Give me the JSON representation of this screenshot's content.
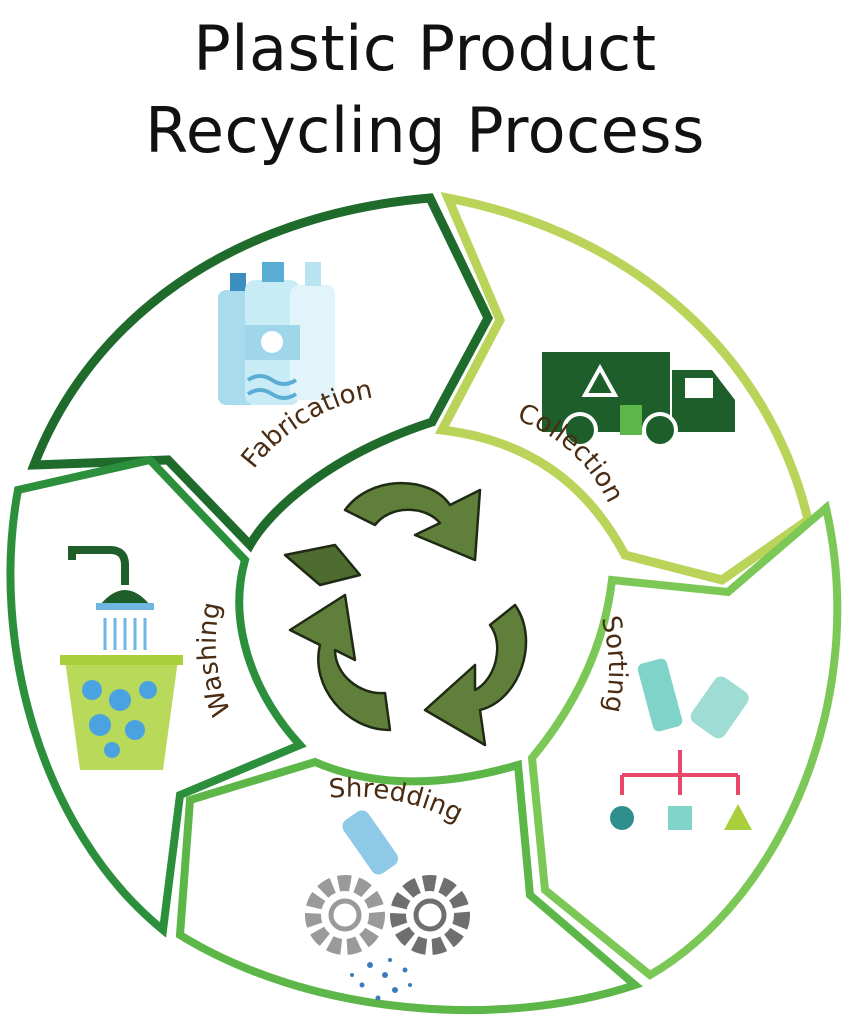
{
  "title": {
    "line1": "Plastic Product",
    "line2": "Recycling Process"
  },
  "steps": [
    {
      "label": "Collection",
      "icon": "recycling-truck-icon",
      "color": "#bad45a"
    },
    {
      "label": "Sorting",
      "icon": "sorting-bottles-icon",
      "color": "#7cc857"
    },
    {
      "label": "Shredding",
      "icon": "shredder-gears-icon",
      "color": "#5cb648"
    },
    {
      "label": "Washing",
      "icon": "shower-bucket-icon",
      "color": "#2c8f3c"
    },
    {
      "label": "Fabrication",
      "icon": "plastic-bottles-icon",
      "color": "#1e6b2c"
    }
  ],
  "center_icon": "recycle-arrows-icon",
  "colors": {
    "title": "#111111",
    "label": "#4a2c12",
    "recycle_fill": "#5f7f3a",
    "truck": "#1d5e2a"
  }
}
